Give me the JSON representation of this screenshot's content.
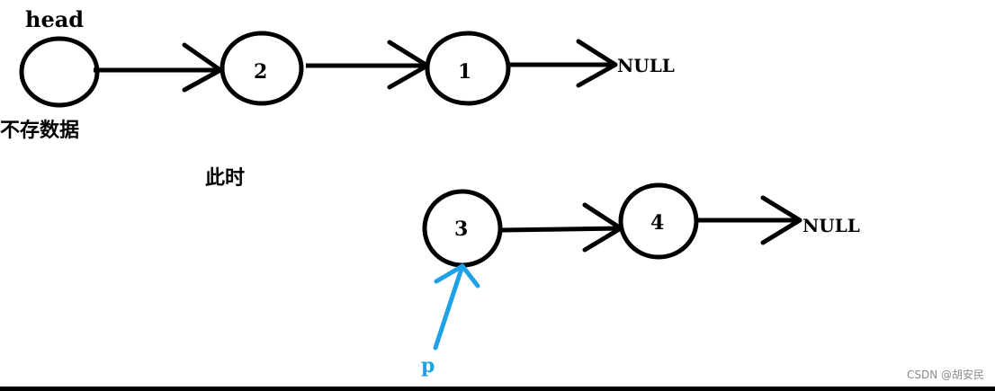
{
  "labels": {
    "head": "head",
    "head_note": "不存数据",
    "now": "此时",
    "pointer": "p"
  },
  "list_top": {
    "nodes": [
      "2",
      "1"
    ],
    "terminal": "NULL"
  },
  "list_bottom": {
    "nodes": [
      "3",
      "4"
    ],
    "terminal": "NULL"
  },
  "watermark": "CSDN @胡安民",
  "colors": {
    "stroke": "#000000",
    "pointer": "#1ea1e6",
    "watermark": "#8a8a8a"
  }
}
